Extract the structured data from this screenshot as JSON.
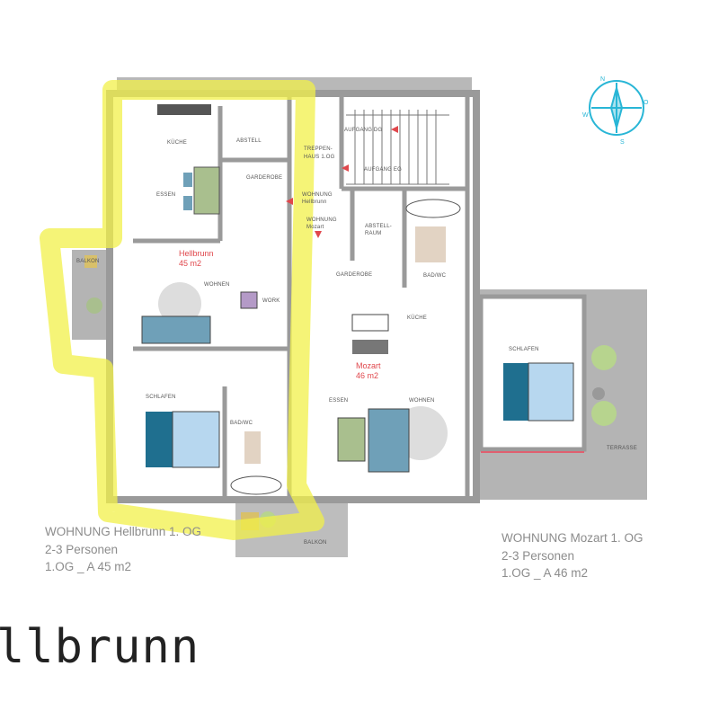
{
  "plan": {
    "stair": {
      "title_1": "TREPPEN-",
      "title_2": "HAUS 1.OG",
      "up_dg": "AUFGANG DG",
      "up_eg": "AUFGANG EG"
    },
    "entries": {
      "hellbrunn_1": "WOHNUNG",
      "hellbrunn_2": "Hellbrunn",
      "mozart_1": "WOHNUNG",
      "mozart_2": "Mozart"
    },
    "hellbrunn": {
      "name": "Hellbrunn",
      "area": "45 m2",
      "rooms": {
        "kitchen": "KÜCHE",
        "storage": "ABSTELL",
        "dining": "ESSEN",
        "wardrobe": "GARDEROBE",
        "living": "WOHNEN",
        "work": "WORK",
        "bedroom": "SCHLAFEN",
        "bath": "BAD/WC",
        "balcony_left": "BALKON",
        "balcony_bottom": "BALKON"
      }
    },
    "mozart": {
      "name": "Mozart",
      "area": "46 m2",
      "rooms": {
        "storage_1": "ABSTELL-",
        "storage_2": "RAUM",
        "wardrobe": "GARDEROBE",
        "bath": "BAD/WC",
        "kitchen": "KÜCHE",
        "dining": "ESSEN",
        "living": "WOHNEN",
        "bedroom": "SCHLAFEN",
        "terrace": "TERRASSE"
      }
    },
    "compass": {
      "n": "N",
      "o": "O",
      "s": "S",
      "w": "W"
    },
    "colors": {
      "highlight": "#f2f04a",
      "accent_red": "#e0474c",
      "bed": "#1f6f8f",
      "sofa": "#6fa0b8",
      "table": "#a9bf8e",
      "compass": "#29b6d6"
    }
  },
  "captions": {
    "hellbrunn": {
      "line1": "WOHNUNG Hellbrunn 1. OG",
      "line2": "2-3 Personen",
      "line3": "1.OG _ A 45 m2"
    },
    "mozart": {
      "line1": "WOHNUNG Mozart 1. OG",
      "line2": "2-3 Personen",
      "line3": "1.OG _ A 46 m2"
    }
  },
  "title_fragment": "llbrunn"
}
